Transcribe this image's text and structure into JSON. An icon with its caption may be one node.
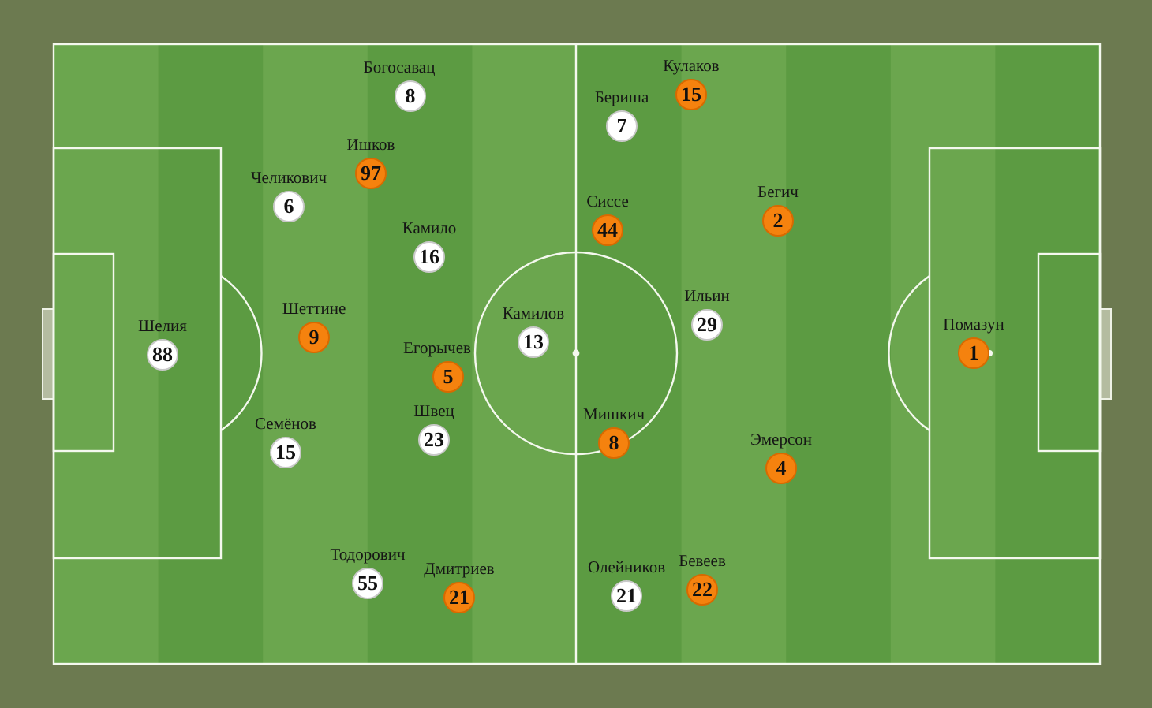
{
  "diagram": {
    "nodes": [
      {
        "text": [
          "8"
        ],
        "beside": [
          "Богосавац"
        ]
      },
      {
        "text": [
          "15"
        ],
        "beside": [
          "Кулаков"
        ]
      },
      {
        "text": [
          "7"
        ],
        "beside": [
          "Бериша"
        ]
      },
      {
        "text": [
          "97"
        ],
        "beside": [
          "Ишков"
        ]
      },
      {
        "text": [
          "6"
        ],
        "beside": [
          "Челикович"
        ]
      },
      {
        "text": [
          "44"
        ],
        "beside": [
          "Сиссе"
        ]
      },
      {
        "text": [
          "2"
        ],
        "beside": [
          "Бегич"
        ]
      },
      {
        "text": [
          "16"
        ],
        "beside": [
          "Камило"
        ]
      },
      {
        "text": [
          "88"
        ],
        "beside": [
          "Шелия"
        ]
      },
      {
        "text": [
          "9"
        ],
        "beside": [
          "Шеттине"
        ]
      },
      {
        "text": [
          "13"
        ],
        "beside": [
          "Камилов"
        ]
      },
      {
        "text": [
          "29"
        ],
        "beside": [
          "Ильин"
        ]
      },
      {
        "text": [
          "1"
        ],
        "beside": [
          "Помазун"
        ]
      },
      {
        "text": [
          "5"
        ],
        "beside": [
          "Егорычев"
        ]
      },
      {
        "text": [
          "15"
        ],
        "beside": [
          "Семёнов"
        ]
      },
      {
        "text": [
          "23"
        ],
        "beside": [
          "Швец"
        ]
      },
      {
        "text": [
          "8"
        ],
        "beside": [
          "Мишкич"
        ]
      },
      {
        "text": [
          "4"
        ],
        "beside": [
          "Эмерсон"
        ]
      },
      {
        "text": [
          "55"
        ],
        "beside": [
          "Тодорович"
        ]
      },
      {
        "text": [
          "21"
        ],
        "beside": [
          "Дмитриев"
        ]
      },
      {
        "text": [
          "21"
        ],
        "beside": [
          "Олейников"
        ]
      },
      {
        "text": [
          "22"
        ],
        "beside": [
          "Бевеев"
        ]
      }
    ]
  }
}
